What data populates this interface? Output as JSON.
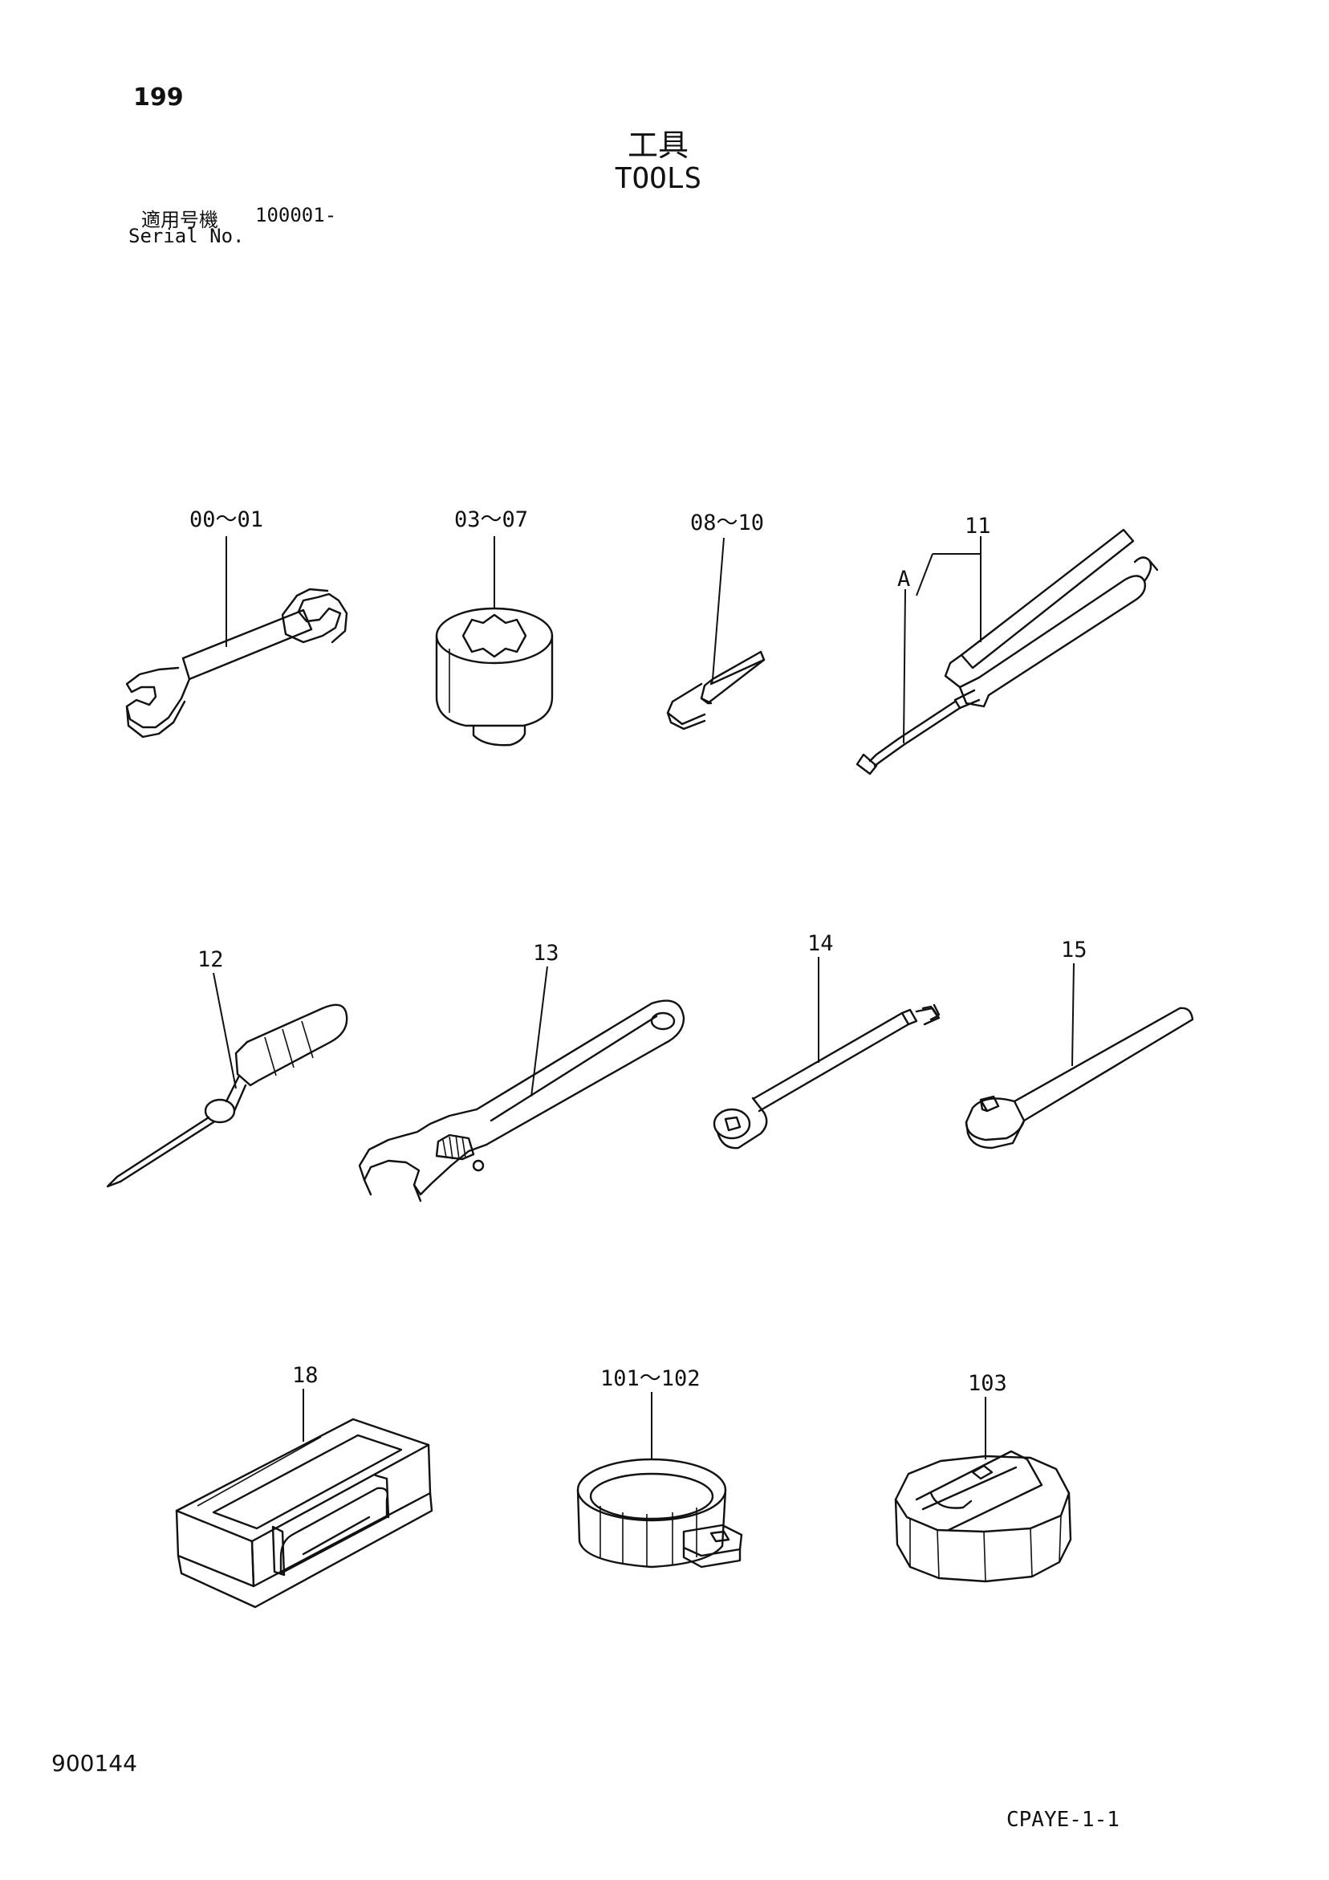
{
  "header": {
    "page_number": "199",
    "title_jp": "工具",
    "title_en": "TOOLS",
    "serial_label_jp": "適用号機",
    "serial_value": "100001-",
    "serial_label_en": "Serial No."
  },
  "callouts": {
    "wrench": "00～01",
    "socket": "03～07",
    "hex_key": "08～10",
    "grease_gun": "11",
    "grease_gun_detail": "A",
    "screwdriver": "12",
    "adjustable_wrench": "13",
    "extension_bar": "14",
    "ratchet": "15",
    "tool_box": "18",
    "filter_wrench": "101～102",
    "cap_wrench": "103"
  },
  "footer": {
    "figure_number": "900144",
    "doc_code": "CPAYE-1-1"
  }
}
